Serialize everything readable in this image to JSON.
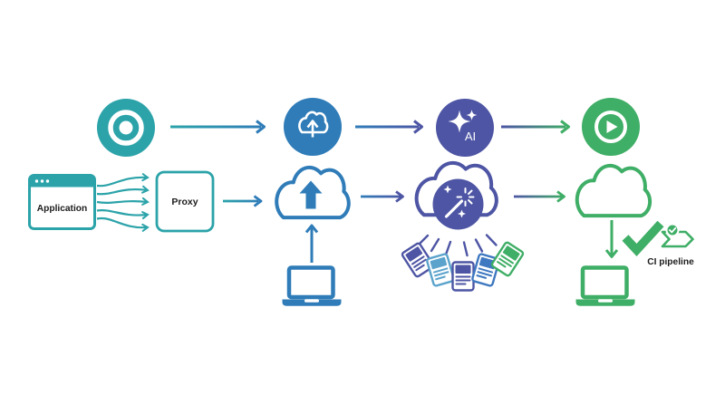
{
  "diagram": {
    "background": "#FFFFFF",
    "palette": {
      "teal": "#2BA3A9",
      "blue": "#2F7CB8",
      "purple": "#4D55A4",
      "light_blue": "#5BA3CC",
      "doc_blue": "#3E78C0",
      "green": "#3FAE66",
      "label_text": "#1C1C1C"
    },
    "labels": {
      "application": "Application",
      "proxy": "Proxy",
      "ai": "AI",
      "ci_pipeline": "CI pipeline"
    },
    "flow": {
      "top_row": [
        "record-icon",
        "cloud-upload-icon",
        "ai-sparkle-icon",
        "play-icon"
      ],
      "bottom_row": [
        "application-window",
        "proxy-box",
        "upload-cloud",
        "laptop",
        "ai-processing-cloud",
        "document-cards",
        "delivery-cloud",
        "laptop",
        "checkmark",
        "ci-pipeline-badge"
      ],
      "document_card_count": 5,
      "wavy_arrow_count": 5
    }
  }
}
